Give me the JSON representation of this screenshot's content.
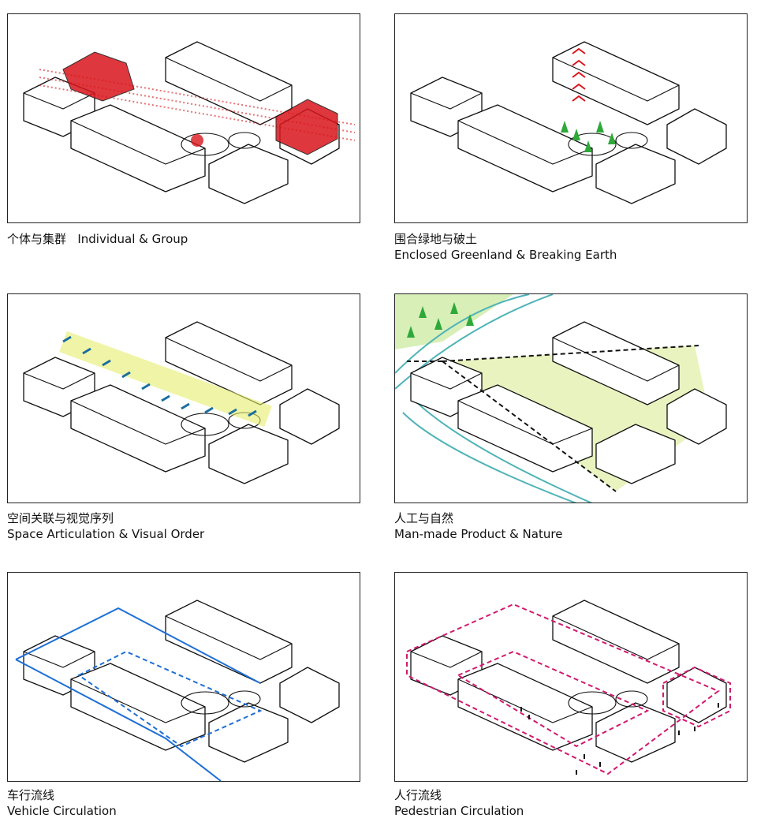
{
  "panels": [
    {
      "zh": "个体与集群",
      "en": "Individual & Group",
      "layout": "inline",
      "accent": "#d9151c"
    },
    {
      "zh": "围合绿地与破土",
      "en": "Enclosed Greenland & Breaking Earth",
      "layout": "stacked",
      "accent": "#d9151c"
    },
    {
      "zh": "空间关联与视觉序列",
      "en": "Space Articulation & Visual Order",
      "layout": "stacked",
      "accent": "#1a6fa0"
    },
    {
      "zh": "人工与自然",
      "en": "Man-made Product & Nature",
      "layout": "stacked",
      "accent": "#4fb3b8"
    },
    {
      "zh": "车行流线",
      "en": "Vehicle Circulation",
      "layout": "stacked",
      "accent": "#1f6fd6"
    },
    {
      "zh": "人行流线",
      "en": "Pedestrian Circulation",
      "layout": "stacked",
      "accent": "#d1196f"
    }
  ]
}
